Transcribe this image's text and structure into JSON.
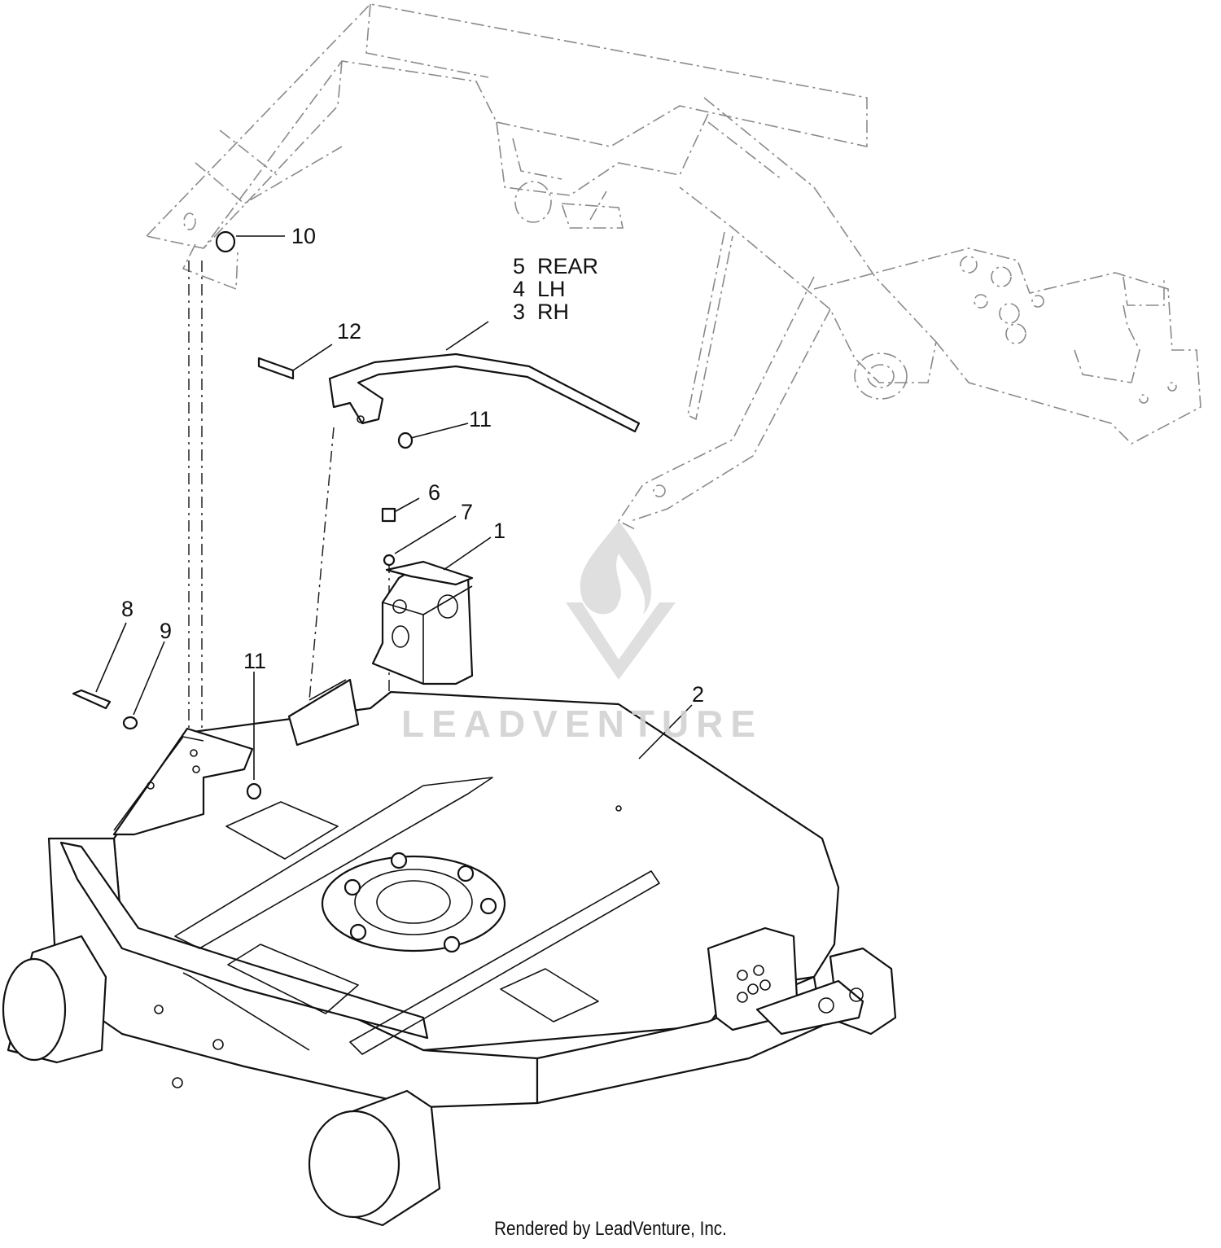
{
  "callouts": {
    "c1": "1",
    "c2": "2",
    "c3": "3  RH",
    "c4": "4  LH",
    "c5": "5  REAR",
    "c6": "6",
    "c7": "7",
    "c8": "8",
    "c9": "9",
    "c10": "10",
    "c11a": "11",
    "c11b": "11",
    "c12": "12"
  },
  "watermark": {
    "text": "LEADVENTURE"
  },
  "footer": {
    "text": "Rendered by LeadVenture, Inc."
  },
  "colors": {
    "line": "#111111",
    "phantom": "#8a8a8a",
    "watermark": "#d2d2d2"
  }
}
